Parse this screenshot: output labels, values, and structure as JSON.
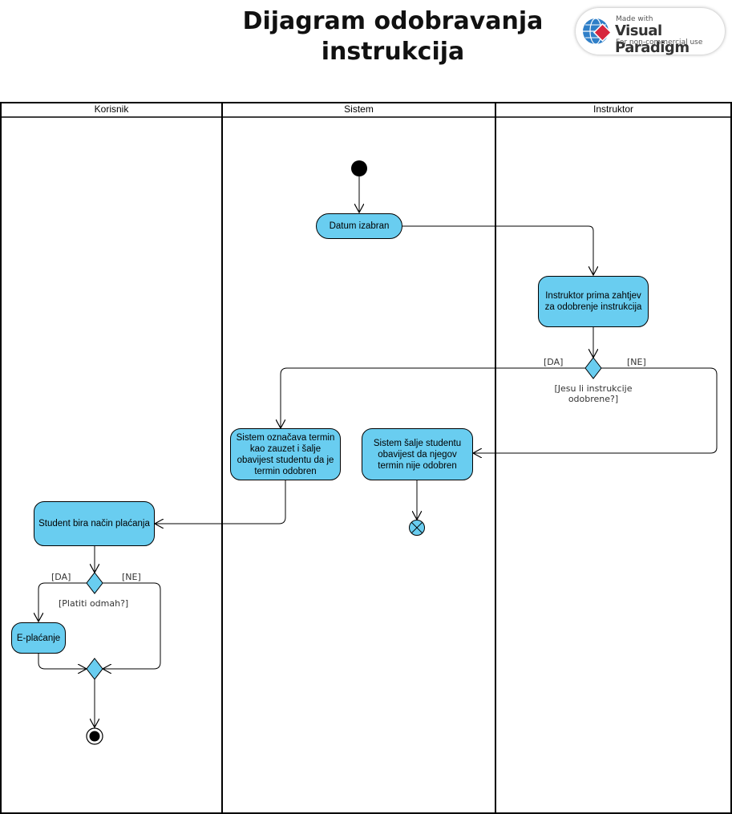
{
  "title": {
    "line1": "Dijagram odobravanja",
    "line2": "instrukcija"
  },
  "badge": {
    "small": "Made with",
    "brand": "Visual Paradigm",
    "note": "For non-commercial use",
    "icon": "visual-paradigm-logo-icon"
  },
  "lanes": [
    "Korisnik",
    "Sistem",
    "Instruktor"
  ],
  "nodes": {
    "datum_izabran": "Datum izabran",
    "instruktor_prima": "Instruktor prima zahtjev za odobrenje instrukcija",
    "sistem_oznacava": "Sistem označava termin kao zauzet i šalje obavijest studentu da je termin odobren",
    "sistem_salje": "Sistem šalje studentu obavijest da njegov termin nije odobren",
    "student_bira": "Student bira način plaćanja",
    "e_placanje": "E-plaćanje"
  },
  "decisions": {
    "approval": {
      "guard_yes": "[DA]",
      "guard_no": "[NE]",
      "question_line1": "[Jesu li instrukcije",
      "question_line2": "odobrene?]"
    },
    "payment": {
      "guard_yes": "[DA]",
      "guard_no": "[NE]",
      "question": "[Platiti odmah?]"
    }
  },
  "colors": {
    "node_fill": "#69cdf0",
    "stroke": "#000000"
  }
}
